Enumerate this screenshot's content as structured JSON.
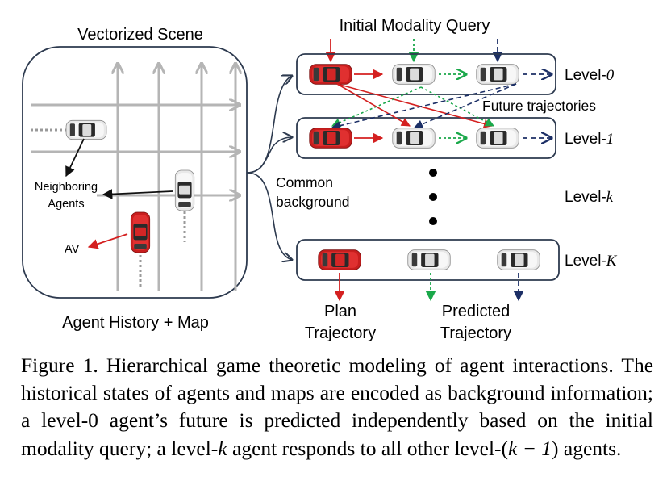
{
  "figure": {
    "scene_title": "Vectorized Scene",
    "scene_footer": "Agent History + Map",
    "neighbor_label_1": "Neighboring",
    "neighbor_label_2": "Agents",
    "av_label": "AV",
    "query_title": "Initial Modality Query",
    "future_label": "Future trajectories",
    "common_label_1": "Common",
    "common_label_2": "background",
    "levels": [
      {
        "prefix": "Level-",
        "index": "0"
      },
      {
        "prefix": "Level-",
        "index": "1"
      },
      {
        "prefix": "Level-",
        "index": "k"
      },
      {
        "prefix": "Level-",
        "index": "K"
      }
    ],
    "plan_label_1": "Plan",
    "plan_label_2": "Trajectory",
    "pred_label_1": "Predicted",
    "pred_label_2": "Trajectory",
    "colors": {
      "av": "#d42020",
      "agent_green": "#1aa84a",
      "agent_navy": "#1c2f66",
      "road": "#b5b5b5",
      "box": "#2d3a4f"
    }
  },
  "caption": {
    "label": "Figure 1.",
    "part1": " Hierarchical game theoretic modeling of agent interactions.  The historical states of agents and maps are encoded as background information; a level-0 agent’s future is predicted independently based on the initial modality query; a level-",
    "k": "k",
    "part2": " agent responds to all other level-(",
    "km1": "k − 1",
    "part3": ") agents."
  }
}
